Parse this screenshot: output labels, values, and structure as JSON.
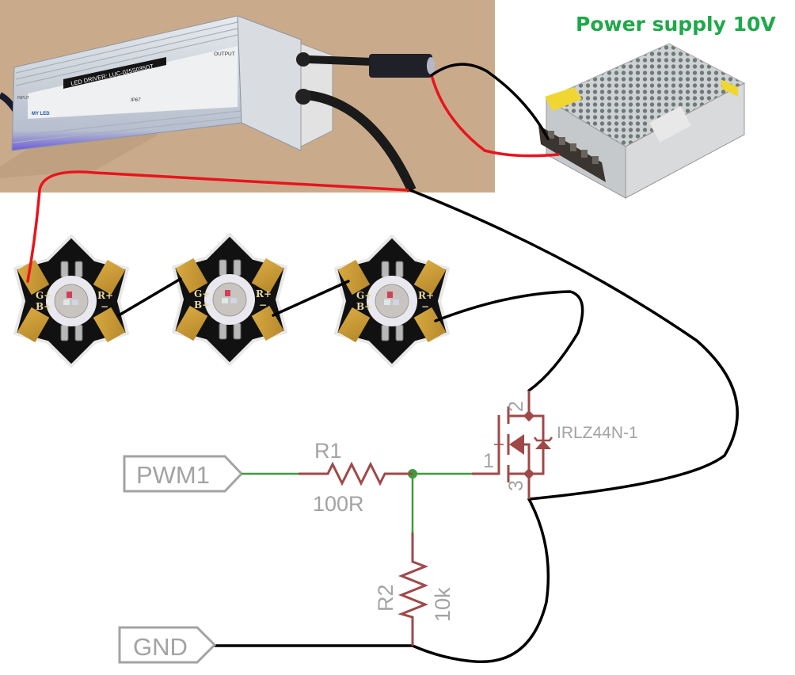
{
  "title": "Power supply 10V",
  "driver": {
    "model_label": "LED DRIVER: LUC-025S035DT",
    "output_label": "OUTPUT",
    "input_label": "INPUT",
    "rating_label": "IP67",
    "logo": "MY LED"
  },
  "leds": [
    {
      "pad_labels": {
        "g": "G+",
        "b": "B+",
        "r": "R+",
        "minus": "−"
      }
    },
    {
      "pad_labels": {
        "g": "G+",
        "b": "B+",
        "r": "R+",
        "minus": "−"
      }
    },
    {
      "pad_labels": {
        "g": "G+",
        "b": "B+",
        "r": "R+",
        "minus": "−"
      }
    }
  ],
  "schematic": {
    "pwm_label": "PWM1",
    "gnd_label": "GND",
    "r1": {
      "name": "R1",
      "value": "100R"
    },
    "r2": {
      "name": "R2",
      "value": "10k"
    },
    "mosfet": {
      "name": "IRLZ44N-1",
      "pin_gate": "1",
      "pin_drain": "2",
      "pin_source": "3"
    }
  },
  "colors": {
    "title": "#1fa84a",
    "schematic_part": "#a04848",
    "schematic_net": "#3c9c3c",
    "schematic_label": "#a3a3a3",
    "wire_positive": "#e8141c",
    "wire_negative": "#000000",
    "photo_background": "#c9ab8c"
  }
}
